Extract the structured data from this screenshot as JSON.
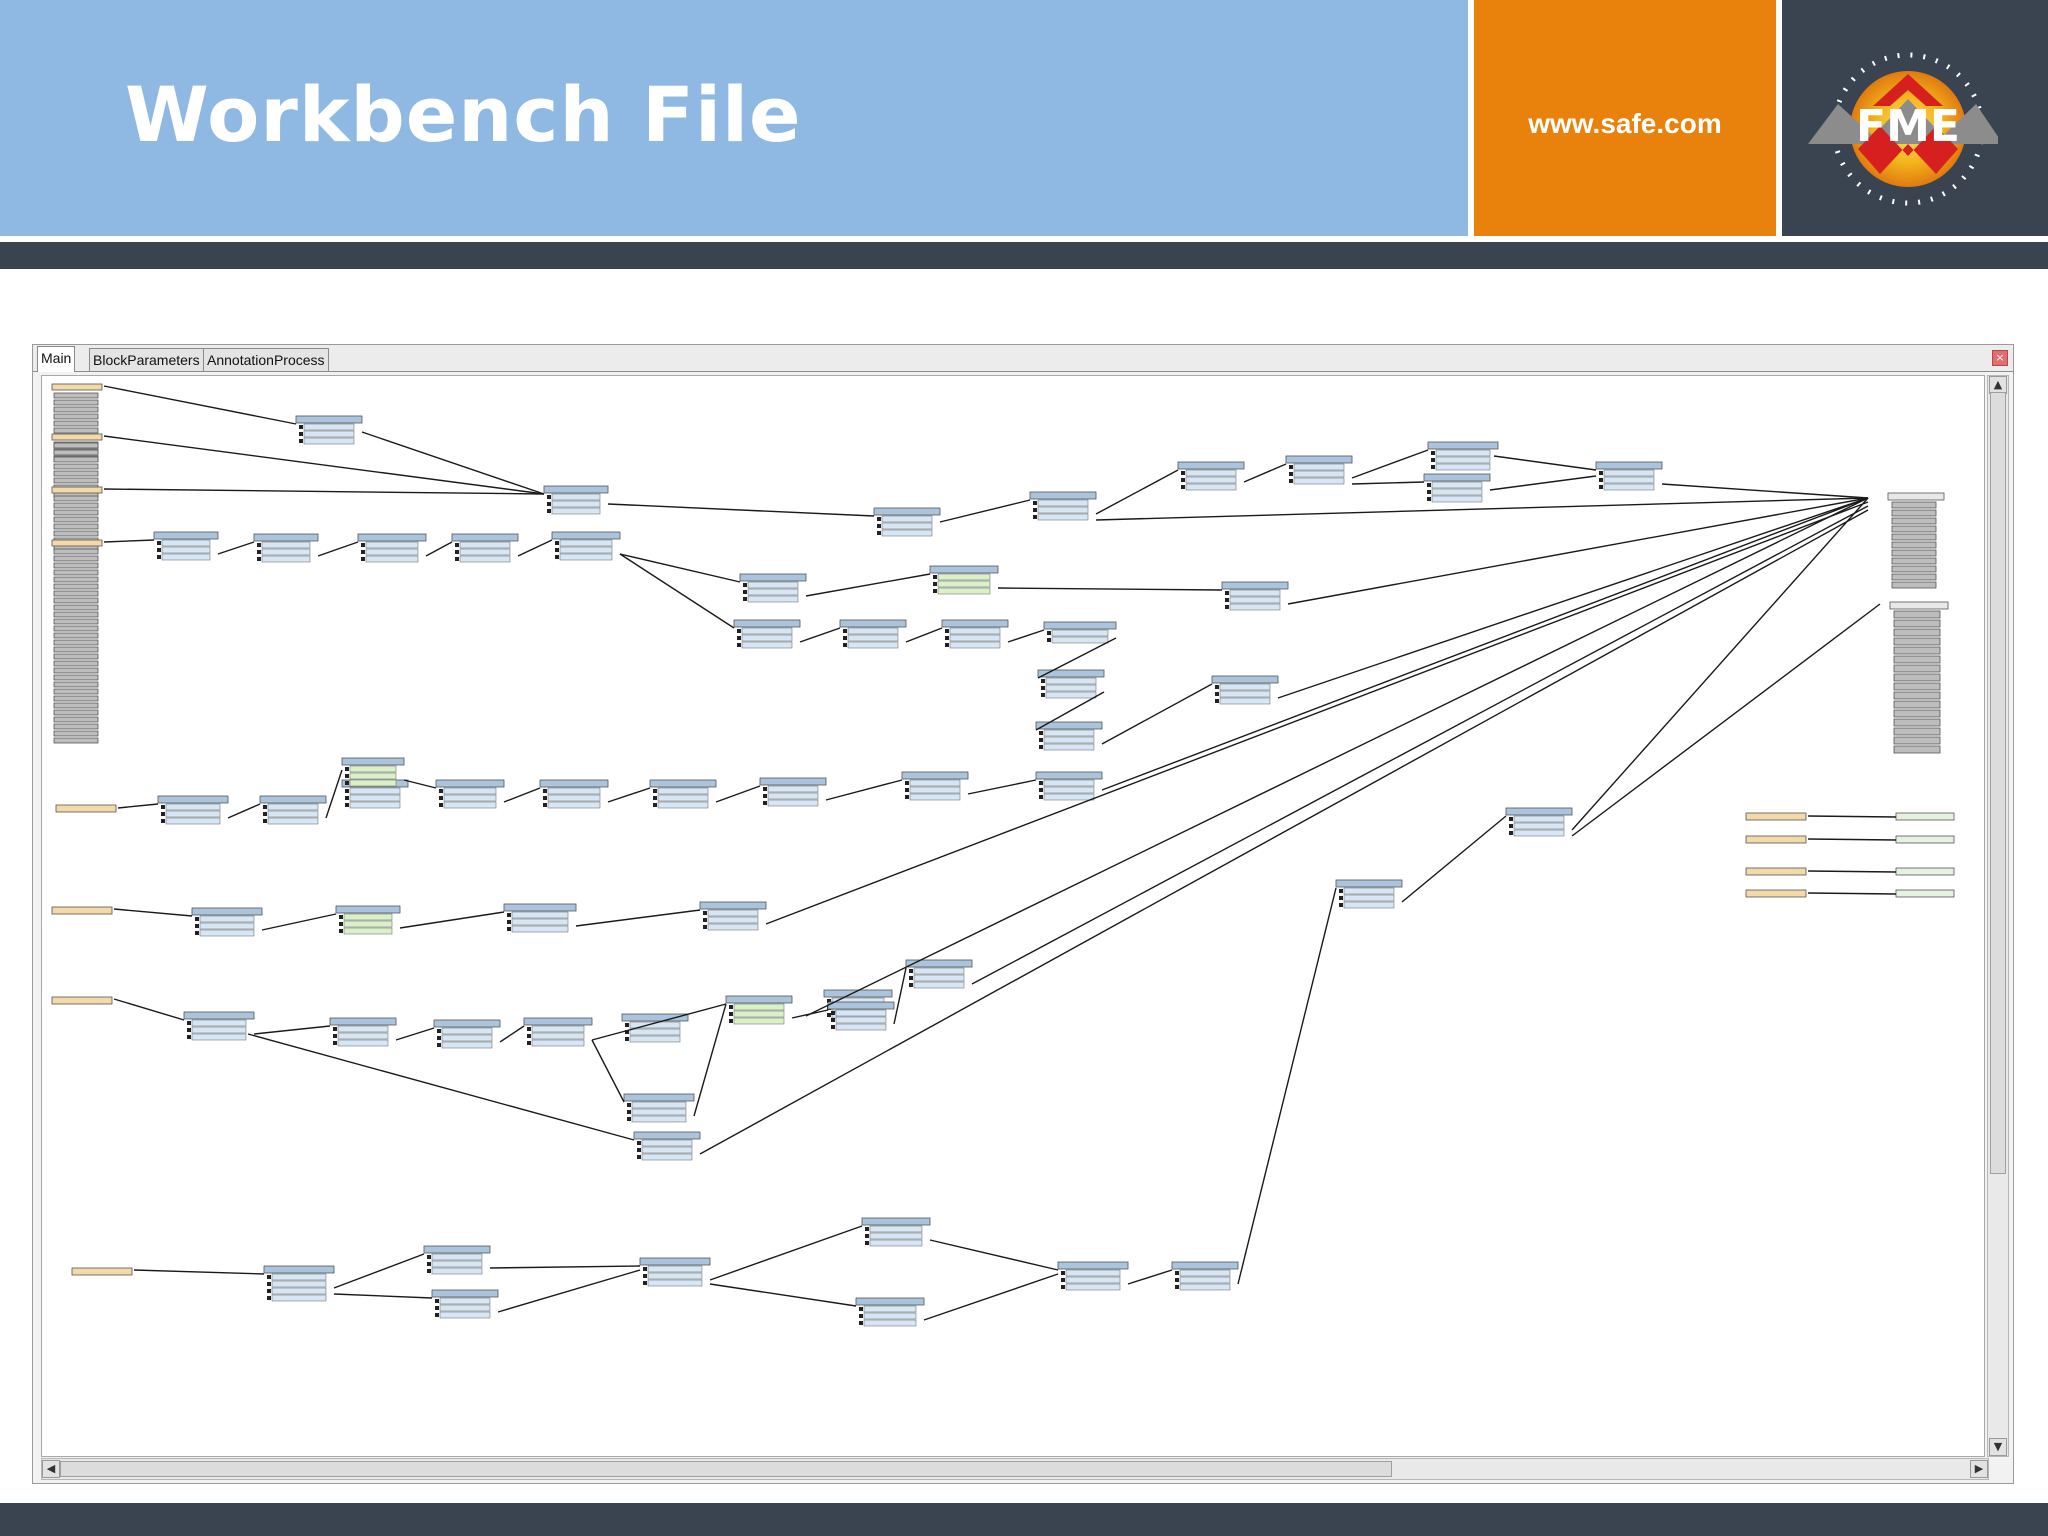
{
  "slide": {
    "title": "Workbench File",
    "url": "www.safe.com",
    "logo_text": "FME"
  },
  "workbench": {
    "tabs": [
      "Main",
      "BlockParameters",
      "AnnotationProcess"
    ],
    "active_tab": "Main"
  },
  "colors": {
    "header_blue": "#8fb8e3",
    "header_orange": "#e8820c",
    "dark_bar": "#3a4450",
    "transformer_fill": "#d6e6f4",
    "highlight_transformer_fill": "#d9f0c8",
    "reader_fill": "#f3d9a8",
    "writer_fill": "#e8e8e8",
    "link_color": "#1a1a1a"
  },
  "icons": {
    "scroll_up": "▲",
    "scroll_down": "▼",
    "scroll_left": "◀",
    "scroll_right": "▶",
    "close": "×"
  }
}
